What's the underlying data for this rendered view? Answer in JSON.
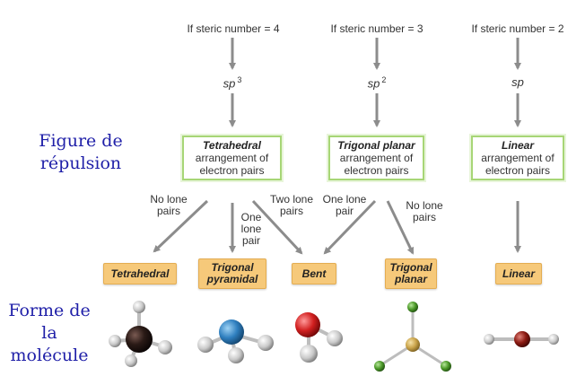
{
  "conditions": [
    "If steric number = 4",
    "If steric number = 3",
    "If steric number = 2"
  ],
  "hybridization": [
    {
      "base": "sp",
      "sup": "3"
    },
    {
      "base": "sp",
      "sup": "2"
    },
    {
      "base": "sp",
      "sup": ""
    }
  ],
  "arrangements": [
    {
      "name": "Tetrahedral",
      "l1": "arrangement of",
      "l2": "electron pairs"
    },
    {
      "name": "Trigonal planar",
      "l1": "arrangement of",
      "l2": "electron pairs"
    },
    {
      "name": "Linear",
      "l1": "arrangement of",
      "l2": "electron pairs"
    }
  ],
  "arrow_labels": {
    "no_lone_pairs_left": "No lone pairs",
    "one_lone_pair_mid": "One lone pair",
    "two_lone_pairs": "Two lone pairs",
    "one_lone_pair_right": "One lone pair",
    "no_lone_pairs_right": "No lone pairs"
  },
  "shapes": {
    "tetrahedral": "Tetrahedral",
    "trigonal_pyramidal": "Trigonal pyramidal",
    "bent": "Bent",
    "trigonal_planar": "Trigonal planar",
    "linear": "Linear"
  },
  "side_labels": {
    "repulsion": "Figure de répulsion",
    "forme": "Forme de la molécule"
  },
  "colors": {
    "arrow": "#8c8c8c",
    "green_box_border": "#a7d676",
    "orange_box": "#f6c97a",
    "side_text": "#1f1fa8",
    "carbon": "#2a1a16",
    "nitrogen": "#2f7fbf",
    "oxygen": "#d11f1f",
    "boron": "#c9a34a",
    "fluorine": "#4d9a2a",
    "hydrogen": "#d8d8d8",
    "beryllium_like": "#8b1a12"
  }
}
